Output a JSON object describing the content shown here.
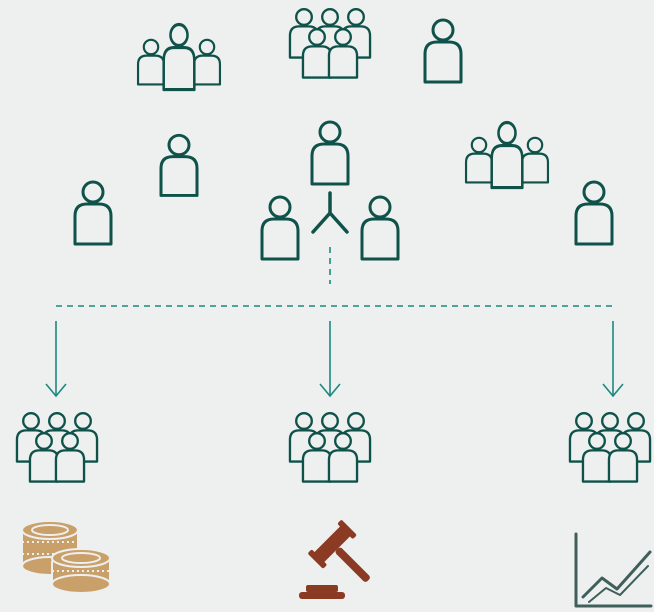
{
  "colors": {
    "background": "#eeefef",
    "people": "#0f5249",
    "connector": "#1a8a80",
    "coins": "#c9a06a",
    "gavel": "#8b3a24",
    "chart": "#3e5f5a"
  },
  "top_cluster": {
    "scattered_people": [
      {
        "kind": "group-of-three",
        "icon": "group-of-three-icon"
      },
      {
        "kind": "crowd",
        "icon": "crowd-icon"
      },
      {
        "kind": "single-person",
        "icon": "person-icon"
      },
      {
        "kind": "single-person",
        "icon": "person-icon"
      },
      {
        "kind": "single-person",
        "icon": "person-icon"
      },
      {
        "kind": "group-of-three",
        "icon": "group-of-three-icon"
      },
      {
        "kind": "single-person",
        "icon": "person-icon"
      }
    ],
    "central_split": {
      "icon": "person-split-icon",
      "branches": 2
    }
  },
  "branches": [
    {
      "group_icon": "crowd-icon",
      "symbol_icon": "coins-icon"
    },
    {
      "group_icon": "crowd-icon",
      "symbol_icon": "gavel-icon"
    },
    {
      "group_icon": "crowd-icon",
      "symbol_icon": "line-chart-icon"
    }
  ]
}
